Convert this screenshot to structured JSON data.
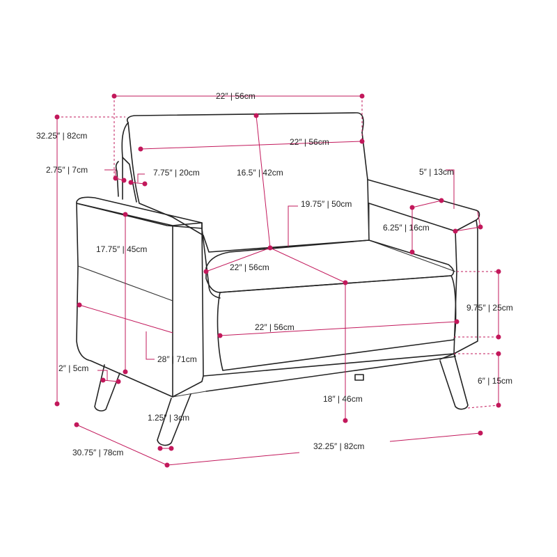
{
  "colors": {
    "dimension": "#c2185b",
    "outline": "#222222",
    "background": "#ffffff"
  },
  "labels": {
    "overall_width_top": "22″ | 56cm",
    "overall_height": "32.25″ | 82cm",
    "back_top_width": "22″ | 56cm",
    "back_pillow_thickness": "2.75″ | 7cm",
    "back_frame_depth": "7.75″ | 20cm",
    "back_cushion_height": "16.5″ | 42cm",
    "arm_top_width": "5″ | 13cm",
    "inner_depth": "19.75″ | 50cm",
    "arm_height_above_seat": "6.25″ | 16cm",
    "arm_height": "17.75″ | 45cm",
    "seat_width_back": "22″ | 56cm",
    "seat_cushion_height": "9.75″ | 25cm",
    "seat_width_front": "22″ | 56cm",
    "arm_to_floor": "28″ | 71cm",
    "leg_inset": "2″ | 5cm",
    "leg_height": "6″ | 15cm",
    "seat_height": "18″ | 46cm",
    "leg_width": "1.25″ | 3cm",
    "overall_depth": "30.75″ | 78cm",
    "overall_width_bottom": "32.25″ | 82cm"
  }
}
